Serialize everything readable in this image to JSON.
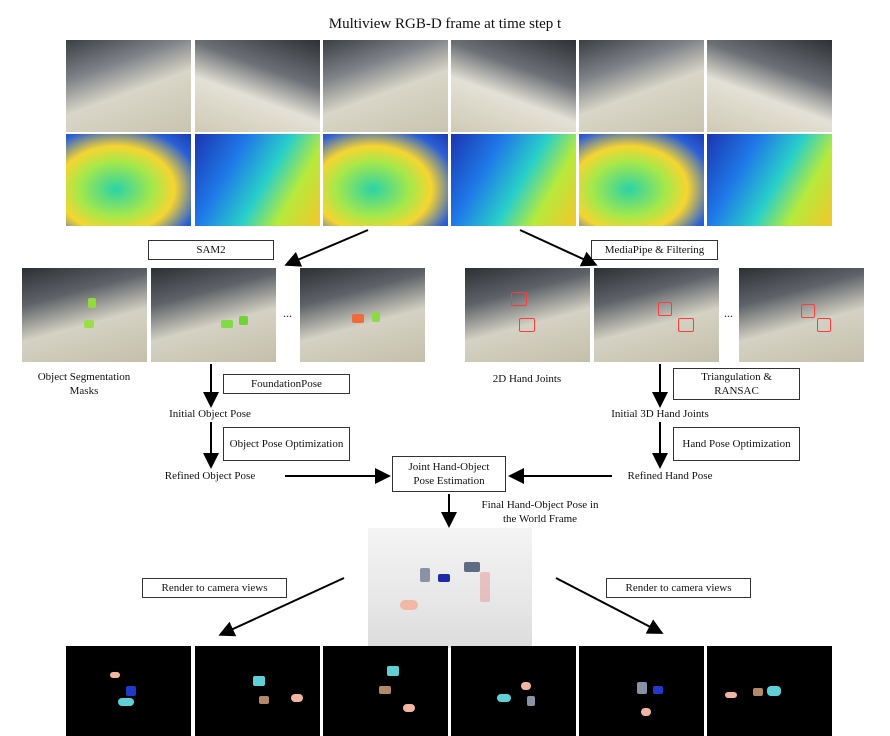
{
  "title": "Multiview RGB-D frame at time step t",
  "boxes": {
    "sam2": "SAM2",
    "mediapipe": "MediaPipe & Filtering",
    "foundationpose": "FoundationPose",
    "triangulation": "Triangulation & RANSAC",
    "object_opt": "Object Pose Optimization",
    "hand_opt": "Hand Pose Optimization",
    "joint": "Joint Hand-Object Pose Estimation",
    "render_left": "Render to camera views",
    "render_right": "Render to camera views"
  },
  "labels": {
    "seg_masks": "Object Segmentation Masks",
    "hand_joints_2d": "2D Hand Joints",
    "initial_object": "Initial Object Pose",
    "initial_hand": "Initial 3D Hand Joints",
    "refined_object": "Refined Object Pose",
    "refined_hand": "Refined Hand Pose",
    "final_pose": "Final Hand-Object Pose in the World Frame",
    "ellipsis_left": "...",
    "ellipsis_right": "..."
  },
  "colors": {
    "box_border": "#333333",
    "arrow": "#000000",
    "render_bg": "#000000"
  }
}
